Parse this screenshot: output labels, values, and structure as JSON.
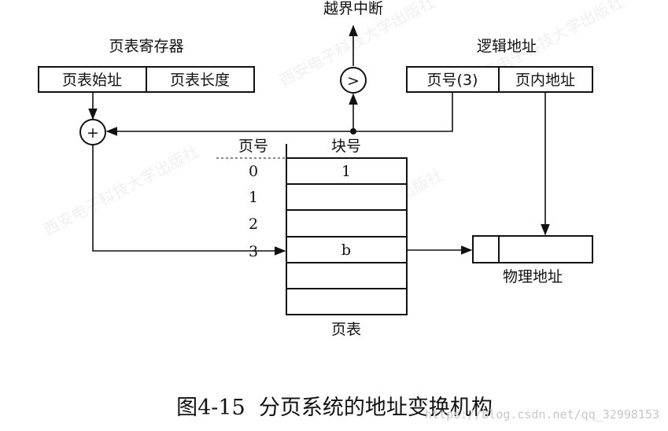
{
  "interrupt_label": "越界中断",
  "compare_symbol": ">",
  "add_symbol": "+",
  "page_register": {
    "title": "页表寄存器",
    "start_field": "页表始址",
    "length_field": "页表长度"
  },
  "logical_address": {
    "title": "逻辑地址",
    "page_field": "页号(3)",
    "offset_field": "页内地址"
  },
  "page_table": {
    "page_col_header": "页号",
    "frame_col_header": "块号",
    "rows": [
      {
        "page": "0",
        "frame": "1"
      },
      {
        "page": "1",
        "frame": ""
      },
      {
        "page": "2",
        "frame": ""
      },
      {
        "page": "3",
        "frame": "b"
      },
      {
        "page": "",
        "frame": ""
      },
      {
        "page": "",
        "frame": ""
      }
    ],
    "label": "页表"
  },
  "physical_address": {
    "label": "物理地址"
  },
  "caption": "图4-15  分页系统的地址变换机构",
  "watermark": "西安电子科技大学出版社",
  "source_url": "https://blog.csdn.net/qq_32998153"
}
